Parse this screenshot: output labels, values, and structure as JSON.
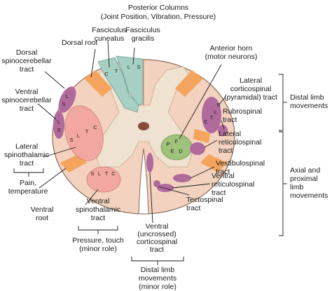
{
  "title": "Posterior Columns",
  "subtitle": "(Joint Position, Vibration, Pressure)",
  "labels": {
    "fasciculus_cuneatus": [
      "Fasciculus",
      "cuneatus"
    ],
    "fasciculus_gracilis": [
      "Fasciculus",
      "gracilis"
    ],
    "dorsal_root": "Dorsal root",
    "dorsal_spinocerebellar": [
      "Dorsal",
      "spinocerebellar",
      "tract"
    ],
    "ventral_spinocerebellar": [
      "Ventral",
      "spinocerebellar",
      "tract"
    ],
    "lateral_spinothalamic": [
      "Lateral",
      "spinothalamic",
      "tract"
    ],
    "pain_temperature": [
      "Pain,",
      "temperature"
    ],
    "ventral_root": [
      "Ventral",
      "root"
    ],
    "ventral_spinothalamic": [
      "Ventral",
      "spinothalamic",
      "tract"
    ],
    "pressure_touch": [
      "Pressure, touch",
      "(minor role)"
    ],
    "ventral_corticospinal": [
      "Ventral",
      "(uncrossed)",
      "corticospinal",
      "tract"
    ],
    "distal_minor": [
      "Distal limb",
      "movements",
      "(minor role)"
    ],
    "tectospinal": [
      "Tectospinal",
      "tract"
    ],
    "ventral_reticulospinal": [
      "Ventral",
      "reticulospinal",
      "tract"
    ],
    "vestibulospinal": [
      "Vestibulospinal",
      "tract"
    ],
    "lateral_reticulospinal": [
      "Lateral",
      "reticulospinal",
      "tract"
    ],
    "rubrospinal": [
      "Rubrospinal",
      "tract"
    ],
    "lateral_corticospinal": [
      "Lateral",
      "corticospinal",
      "(pyramidal) tract"
    ],
    "distal_limb_movements": [
      "Distal limb",
      "movements"
    ],
    "anterior_horn": [
      "Anterior horn",
      "(motor neurons)"
    ],
    "axial_proximal": [
      "Axial and",
      "proximal",
      "limb",
      "movements"
    ]
  },
  "letters": {
    "cuneatus": [
      "C",
      "T"
    ],
    "gracilis": [
      "L",
      "S"
    ],
    "dorsal_spinocerebellar": [
      "L",
      "S"
    ],
    "ventral_spinocerebellar": [
      "L",
      "S"
    ],
    "lateral_spinothalamic": [
      "S",
      "L",
      "T",
      "C"
    ],
    "ventral_spinothalamic": [
      "S",
      "L",
      "T",
      "C"
    ],
    "lateral_corticospinal": [
      "C",
      "T",
      "L",
      "S"
    ],
    "anterior_horn": [
      "P",
      "F",
      "E",
      "D"
    ]
  },
  "colors": {
    "cord_outer": "#f3d2bf",
    "cord_outline": "#8a6a55",
    "gray_matter": "#efe2d0",
    "posterior_columns": "#a6d0c4",
    "root_orange": "#f4a45c",
    "spinothalamic": "#f2a8a0",
    "motor_purple": "#b06a9c",
    "anterior_horn_green": "#9fc27d",
    "central_canal": "#8a4a3c"
  }
}
